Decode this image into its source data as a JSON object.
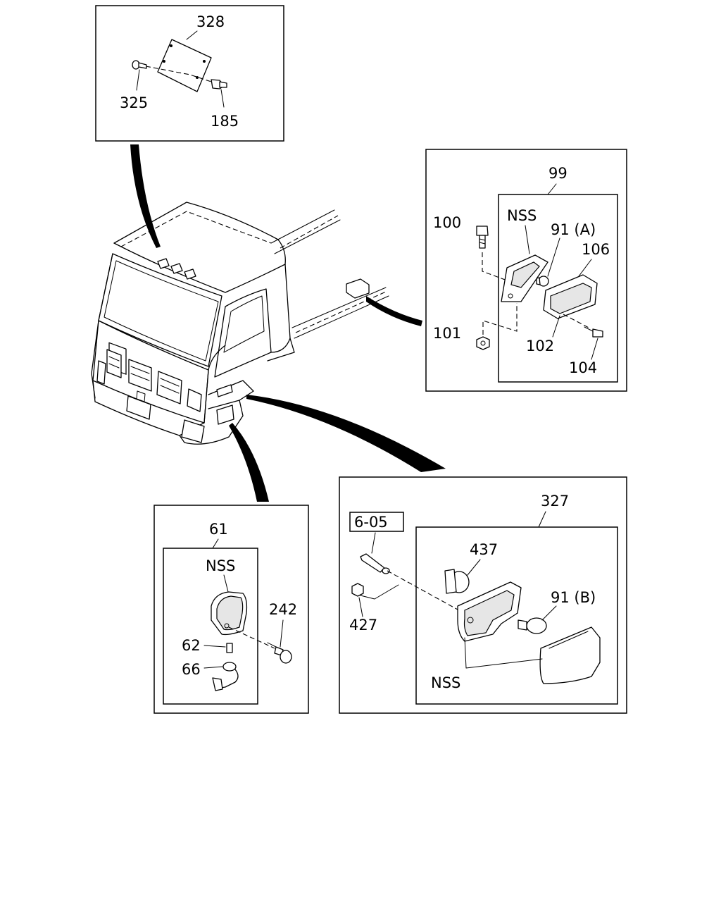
{
  "callouts": {
    "c328": "328",
    "c325": "325",
    "c185": "185",
    "c99": "99",
    "c100": "100",
    "c101": "101",
    "c102": "102",
    "c104": "104",
    "c106": "106",
    "c91a": "91 (A)",
    "c61": "61",
    "c62": "62",
    "c66": "66",
    "c242": "242",
    "c327": "327",
    "c437": "437",
    "c91b": "91 (B)",
    "c427": "427",
    "c605": "6-05"
  },
  "notes": {
    "nss_right": "NSS",
    "nss_left": "NSS",
    "nss_bottom": "NSS"
  }
}
